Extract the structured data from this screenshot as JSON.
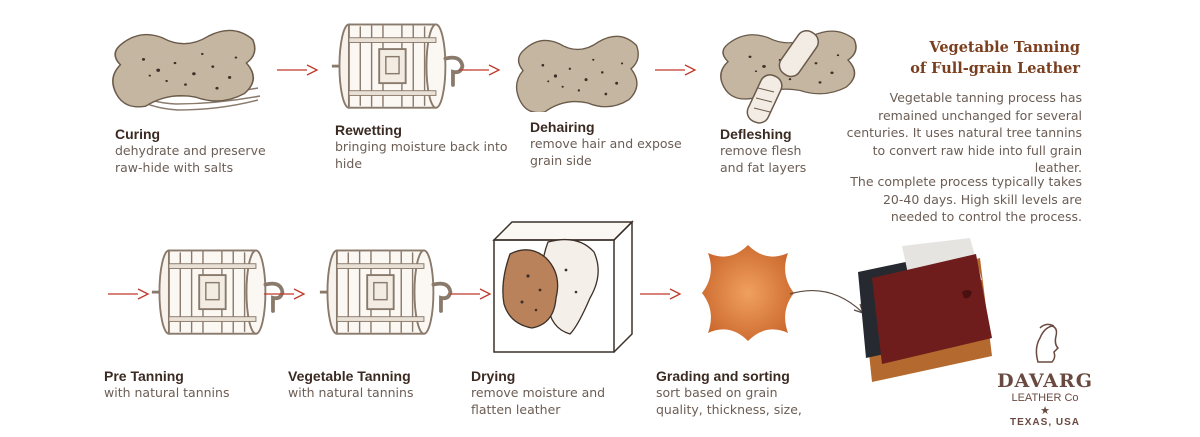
{
  "title": "Vegetable Tanning\nof Full-grain Leather",
  "intro": [
    "Vegetable tanning process has remained unchanged for several centuries. It uses natural tree tannins to convert raw hide into full grain leather.",
    "The complete process typically takes 20-40 days. High skill levels are needed to control the process."
  ],
  "steps": [
    {
      "title": "Curing",
      "desc": "dehydrate and preserve\nraw-hide with salts",
      "icon": "salted-hide-stack-icon"
    },
    {
      "title": "Rewetting",
      "desc": "bringing moisture back into\nhide",
      "icon": "drum-icon"
    },
    {
      "title": "Dehairing",
      "desc": "remove hair and expose\ngrain side",
      "icon": "hide-icon"
    },
    {
      "title": "Defleshing",
      "desc": "remove flesh\nand fat layers",
      "icon": "hide-roller-icon"
    },
    {
      "title": "Pre Tanning",
      "desc": "with natural tannins",
      "icon": "drum-icon"
    },
    {
      "title": "Vegetable Tanning",
      "desc": "with natural tannins",
      "icon": "drum-icon"
    },
    {
      "title": "Drying",
      "desc": "remove moisture and\nflatten leather",
      "icon": "drying-rack-icon"
    },
    {
      "title": "Grading and sorting",
      "desc": "sort based on grain\nquality, thickness, size,",
      "icon": "finished-hide-icon"
    }
  ],
  "logo": {
    "brand": "DAVARG",
    "sub": "LEATHER Co",
    "star": "★",
    "location": "TEXAS, USA"
  },
  "colors": {
    "hide": "#c4b6a0",
    "leather": "#d27a3c",
    "drum": "#9a8a7c",
    "arrow": "#c0392b",
    "title": "#7a3f1e"
  }
}
